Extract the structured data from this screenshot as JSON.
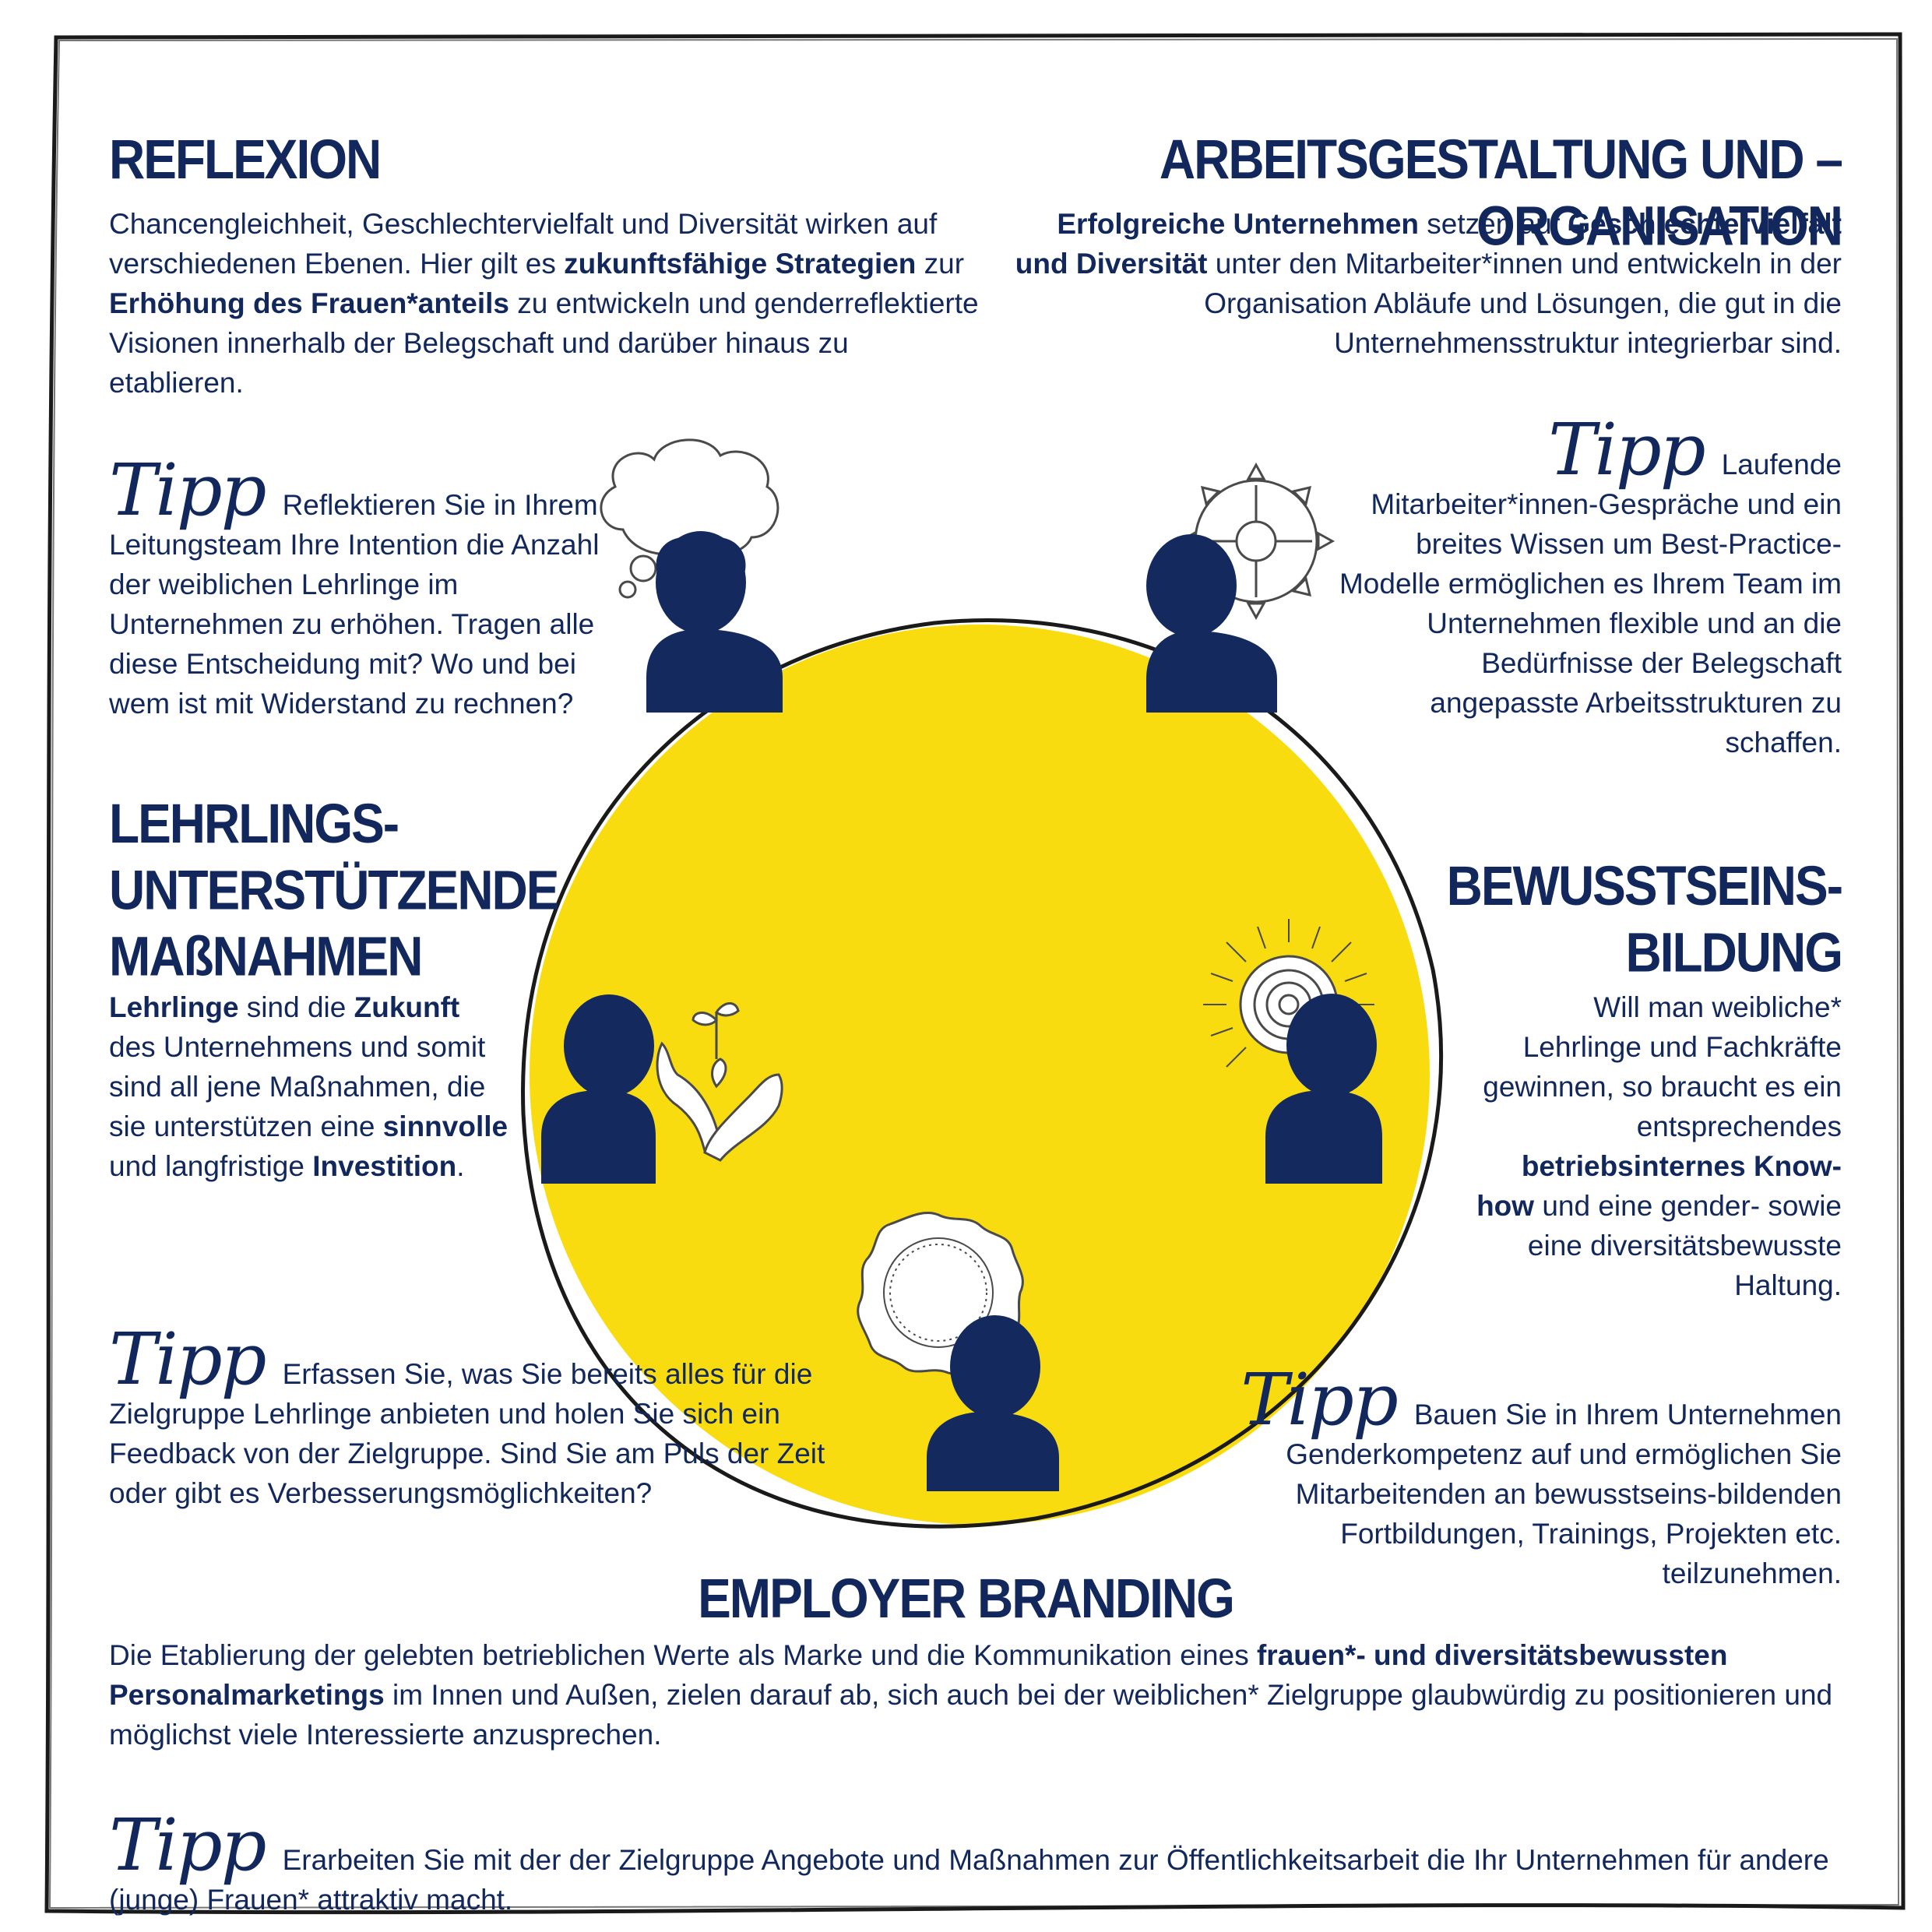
{
  "reflexion": {
    "heading": "REFLEXION",
    "text_1": "Chancengleichheit, Geschlechtervielfalt und Diversität wirken auf verschiedenen Ebenen. Hier gilt es ",
    "text_bold_1": "zukunftsfähige Strategien",
    "text_2": " zur ",
    "text_bold_2": "Erhöhung des Frauen*anteils",
    "text_3": " zu entwickeln und genderreflektierte Visionen innerhalb der Belegschaft und darüber hinaus zu etablieren.",
    "tipp_label": "Tipp",
    "tipp_text": "Reflektieren Sie in Ihrem Leitungsteam Ihre Intention die Anzahl der weiblichen Lehrlinge im Unternehmen zu erhöhen. Tragen alle diese Entscheidung mit? Wo und bei wem ist mit Widerstand zu rechnen?"
  },
  "arbeitsgestaltung": {
    "heading": "ARBEITSGESTALTUNG UND –ORGANISATION",
    "text_bold_1": "Erfolgreiche Unternehmen",
    "text_1": " setzen auf ",
    "text_bold_2": "Geschlechtervielfalt und Diversität",
    "text_2": " unter den Mitarbeiter*innen und entwickeln in der Organisation Abläufe und Lösungen, die gut in die Unternehmensstruktur integrierbar sind.",
    "tipp_label": "Tipp",
    "tipp_text": "Laufende Mitarbeiter*innen-Gespräche und ein breites Wissen um Best-Practice-Modelle ermöglichen es Ihrem Team im Unternehmen flexible und an die Bedürfnisse der Belegschaft angepasste Arbeitsstrukturen zu schaffen."
  },
  "lehrlinge": {
    "heading_1": "LEHRLINGS-",
    "heading_2": "UNTERSTÜTZENDE",
    "heading_3": "MAßNAHMEN",
    "text_bold_1": "Lehrlinge",
    "text_1": " sind die ",
    "text_bold_2": "Zukunft",
    "text_2": " des Unternehmens und somit sind all jene Maßnahmen, die sie unterstützen eine ",
    "text_bold_3": "sinnvolle",
    "text_3": " und langfristige ",
    "text_bold_4": "Investition",
    "text_4": ".",
    "tipp_label": "Tipp",
    "tipp_text": "Erfassen Sie, was Sie bereits alles für die Zielgruppe Lehrlinge anbieten und holen Sie sich ein Feedback von der Zielgruppe. Sind Sie am Puls der Zeit oder gibt es Verbesserungsmöglichkeiten?"
  },
  "bewusstsein": {
    "heading_1": "BEWUSSTSEINS-",
    "heading_2": "BILDUNG",
    "text_1": "Will man weibliche* Lehrlinge und Fachkräfte gewinnen, so braucht es ein entsprechendes ",
    "text_bold_1": "betriebsinternes Know-how",
    "text_2": " und eine gender- sowie eine diversitätsbewusste Haltung.",
    "tipp_label": "Tipp",
    "tipp_text": "Bauen Sie in Ihrem Unternehmen Genderkompetenz auf und ermöglichen Sie Mitarbeitenden an bewusstseins-bildenden Fortbildungen, Trainings, Projekten etc. teilzunehmen."
  },
  "employer": {
    "heading": "EMPLOYER BRANDING",
    "text_1": "Die Etablierung der gelebten betrieblichen Werte als Marke und die Kommunikation eines ",
    "text_bold_1": "frauen*- und diversitätsbewussten Personalmarketings",
    "text_2": " im Innen und Außen, zielen darauf ab, sich auch bei der weiblichen* Zielgruppe glaubwürdig zu positionieren und möglichst viele Interessierte anzusprechen.",
    "tipp_label": "Tipp",
    "tipp_text": "Erarbeiten Sie mit der der Zielgruppe Angebote und Maßnahmen zur Öffentlichkeitsarbeit die Ihr Unternehmen für andere (junge) Frauen* attraktiv macht."
  },
  "colors": {
    "navy": "#142a5e",
    "yellow": "#f9dc10",
    "outline": "#1a1a1a"
  },
  "icons": [
    "thought-cloud-icon",
    "gear-icon",
    "seedling-hands-icon",
    "target-icon",
    "seal-badge-icon",
    "person-icon"
  ]
}
